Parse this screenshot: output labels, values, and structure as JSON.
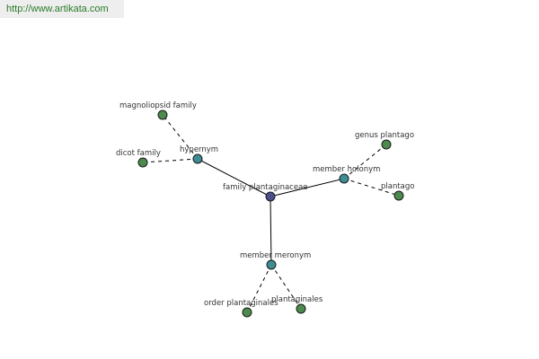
{
  "site": {
    "url": "http://www.artikata.com"
  },
  "graph": {
    "colors": {
      "center": "#4a4f8c",
      "relation": "#3f8d94",
      "leaf": "#4d8a4d"
    },
    "center": {
      "label": "family plantaginaceae"
    },
    "relations": [
      {
        "key": "hypernym",
        "label": "hypernym"
      },
      {
        "key": "holonym",
        "label": "member holonym"
      },
      {
        "key": "meronym",
        "label": "member meronym"
      }
    ],
    "leaves": [
      {
        "key": "magnoliopsid",
        "label": "magnoliopsid family"
      },
      {
        "key": "dicot",
        "label": "dicot family"
      },
      {
        "key": "genus",
        "label": "genus plantago"
      },
      {
        "key": "plantago",
        "label": "plantago"
      },
      {
        "key": "order",
        "label": "order plantaginales"
      },
      {
        "key": "plantaginales",
        "label": "plantaginales"
      }
    ]
  }
}
